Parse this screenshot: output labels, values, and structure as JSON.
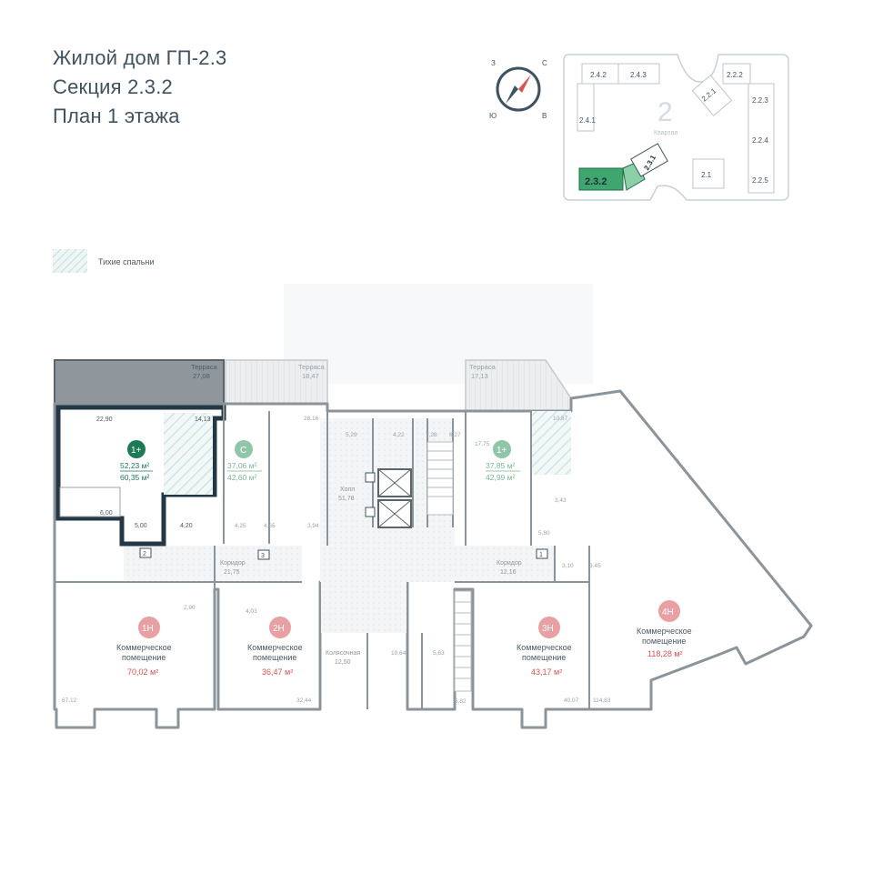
{
  "header": {
    "line1": "Жилой дом ГП-2.3",
    "line2": "Секция 2.3.2",
    "line3": "План 1 этажа"
  },
  "legend": {
    "label": "Тихие спальни"
  },
  "compass": {
    "n": "С",
    "s": "Ю",
    "e": "В",
    "w": "З"
  },
  "site_map": {
    "block_number": "2",
    "block_label": "Квартал",
    "buildings": [
      "2.4.2",
      "2.4.3",
      "2.4.1",
      "2.2.1",
      "2.2.2",
      "2.2.3",
      "2.2.4",
      "2.2.5",
      "2.1",
      "2.3.1",
      "2.3.2"
    ]
  },
  "terraces": [
    {
      "name": "Терраса",
      "area": "27,08"
    },
    {
      "name": "Терраса",
      "area": "18,47"
    },
    {
      "name": "Терраса",
      "area": "17,13"
    }
  ],
  "apartments": [
    {
      "type": "1+",
      "area1": "52,23 м²",
      "area2": "60,35 м²",
      "color": "#1d7a57"
    },
    {
      "type": "С",
      "area1": "37,06 м²",
      "area2": "42,60 м²",
      "color": "#8fc5a9"
    },
    {
      "type": "1+",
      "area1": "37,85 м²",
      "area2": "42,99 м²",
      "color": "#8fc5a9"
    }
  ],
  "commercial": [
    {
      "id": "1Н",
      "label1": "Коммерческое",
      "label2": "помещение",
      "area": "70,02 м²"
    },
    {
      "id": "2Н",
      "label1": "Коммерческое",
      "label2": "помещение",
      "area": "36,47 м²"
    },
    {
      "id": "3Н",
      "label1": "Коммерческое",
      "label2": "помещение",
      "area": "43,17 м²"
    },
    {
      "id": "4Н",
      "label1": "Коммерческое",
      "label2": "помещение",
      "area": "118,28 м²"
    }
  ],
  "public_spaces": {
    "hall": {
      "name": "Холл",
      "area": "51,78"
    },
    "corridor_left": {
      "name": "Коридор",
      "area": "21,75"
    },
    "corridor_right": {
      "name": "Коридор",
      "area": "12,16"
    },
    "stroller": {
      "name": "Колясочная",
      "area": "12,50"
    }
  },
  "room_areas": [
    "22,90",
    "14,13",
    "6,00",
    "5,00",
    "4,20",
    "28,16",
    "4,25",
    "4,65",
    "3,94",
    "5,29",
    "4,22",
    "7,28",
    "6,27",
    "17,75",
    "10,87",
    "3,43",
    "5,80",
    "3,10",
    "3,45",
    "2,90",
    "4,03",
    "10,64",
    "5,63",
    "5,82",
    "67,12",
    "32,44",
    "40,07",
    "114,83"
  ],
  "markers": [
    "2",
    "3",
    "1"
  ]
}
